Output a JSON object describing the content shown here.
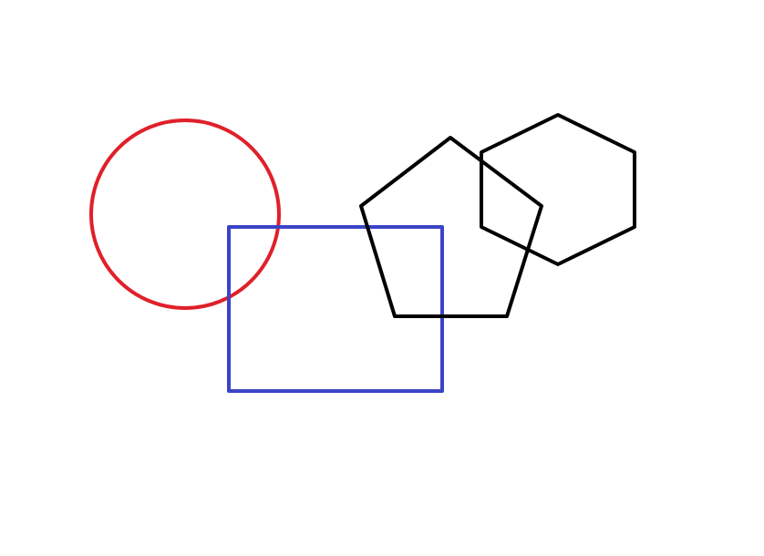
{
  "diagram": {
    "background": "#ffffff",
    "shapes": [
      {
        "id": "circle",
        "kind": "circle",
        "color": "#e0202a"
      },
      {
        "id": "rectangle",
        "kind": "rectangle",
        "color": "#3b44c8"
      },
      {
        "id": "pentagon",
        "kind": "pentagon",
        "color": "#000000"
      },
      {
        "id": "hexagon",
        "kind": "hexagon",
        "color": "#000000"
      }
    ]
  }
}
